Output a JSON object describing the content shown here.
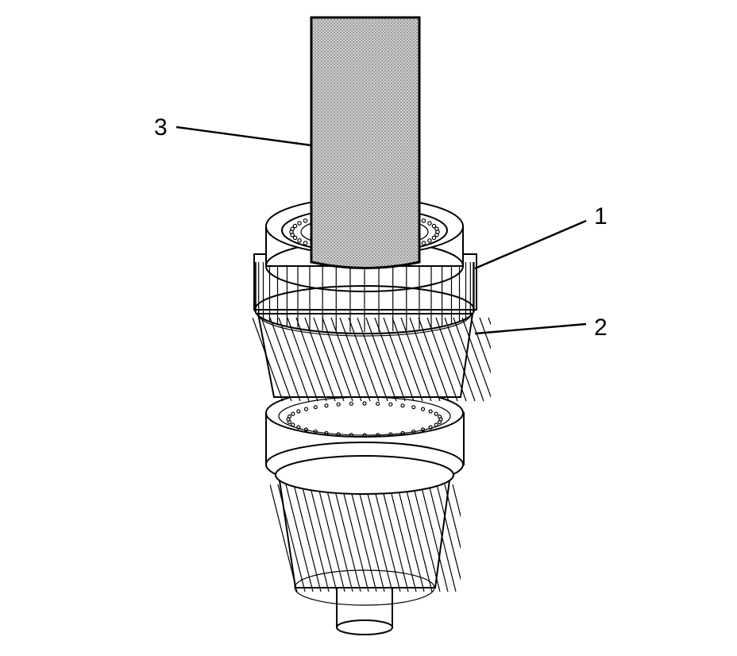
{
  "diagram": {
    "callouts": [
      {
        "id": "1",
        "label": "1"
      },
      {
        "id": "2",
        "label": "2"
      },
      {
        "id": "3",
        "label": "3"
      }
    ],
    "colors": {
      "ink": "#000000",
      "background": "#ffffff",
      "tool_fill": "#bdbdbd"
    }
  }
}
